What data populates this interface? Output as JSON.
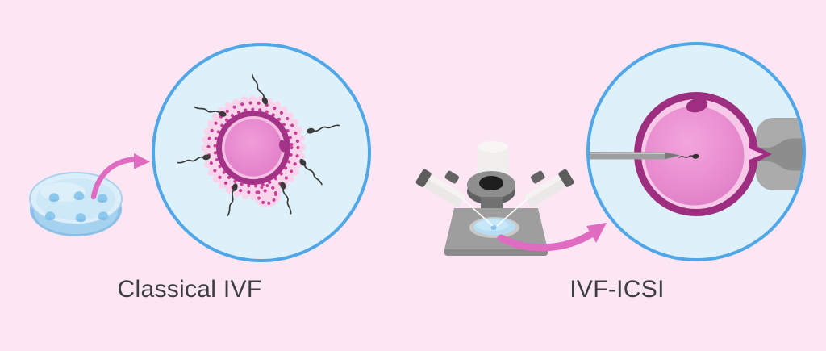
{
  "panels": [
    {
      "id": "classical-ivf",
      "label": "Classical IVF",
      "icon": "petri-dish-icon",
      "magnified_view": "oocyte-surrounded-by-sperm"
    },
    {
      "id": "ivf-icsi",
      "label": "IVF-ICSI",
      "icon": "micromanipulator-microscope-icon",
      "magnified_view": "icsi-sperm-injection-into-oocyte"
    }
  ],
  "colors": {
    "background": "#fce6f4",
    "circle-fill": "#def1fb",
    "circle-border": "#4fa7e8",
    "egg-pink": "#e787cd",
    "egg-pink-light": "#f4bfe2",
    "zona-magenta": "#a23387",
    "zona-magenta-deep": "#9e2e80",
    "corona-pink": "#f9d5ec",
    "dot-magenta": "#c93d98",
    "arrow-pink": "#e06cc2",
    "sperm-dark": "#3a3a3a",
    "dish-blue": "#b5def5",
    "dish-rim": "#8cc0e6",
    "metal-gray": "#9e9e9e",
    "metal-dark": "#5e5e5e",
    "label-text": "#3e3d44"
  }
}
